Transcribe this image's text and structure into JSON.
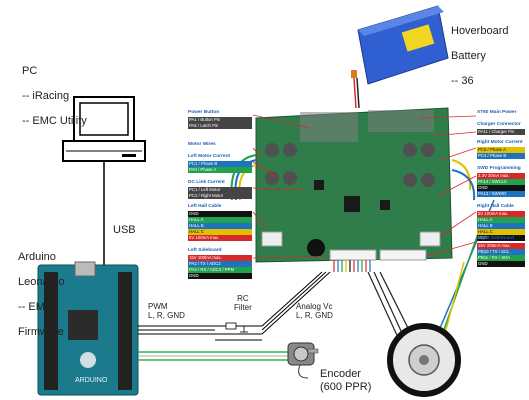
{
  "pc": {
    "title": "PC",
    "lines": [
      "-- iRacing",
      "-- EMC Utility"
    ]
  },
  "battery": {
    "title": "Hoverboard",
    "line2": "Battery",
    "line3": "-- 36"
  },
  "arduino": {
    "l1": "Arduino",
    "l2": "Leonardo",
    "l3": "-- EMC",
    "l4": "Firmware"
  },
  "usb_label": "USB",
  "pwm_label": "PWM\nL, R, GND",
  "rc_label": "RC\nFilter",
  "analog_label": "Analog Vc\nL, R, GND",
  "encoder_label": "Encoder\n(600 PPR)",
  "left_blocks": [
    {
      "title": "Power Button",
      "rows": [
        {
          "text": "PA1 / Button Pin",
          "color": "#444444"
        },
        {
          "text": "PA5 / Latch Pin",
          "color": "#444444"
        }
      ]
    },
    {
      "title": "Motor Wires",
      "rows": []
    },
    {
      "title": "Left Motor Current",
      "rows": [
        {
          "text": "PC1 / Phase B",
          "color": "#1e73be"
        },
        {
          "text": "PA0 / Phase A",
          "color": "#22a24a"
        }
      ]
    },
    {
      "title": "DC Link Current",
      "rows": [
        {
          "text": "PC1 / Left Motor",
          "color": "#444444"
        },
        {
          "text": "PC2 / Right Motor",
          "color": "#444444"
        }
      ]
    },
    {
      "title": "Left Hall Cable",
      "rows": [
        {
          "text": "GND",
          "color": "#111111"
        },
        {
          "text": "HALL A",
          "color": "#22a24a"
        },
        {
          "text": "HALL B",
          "color": "#1e73be"
        },
        {
          "text": "HALL C",
          "color": "#e0c000"
        },
        {
          "text": "5V 100mA max.",
          "color": "#d42a2a"
        }
      ]
    },
    {
      "title": "Left Sideboard",
      "rows": [
        {
          "text": "15V 100mA max.",
          "color": "#d42a2a"
        },
        {
          "text": "PA2 / TX / ADC2",
          "color": "#1e73be"
        },
        {
          "text": "PA3 / RX / ADC3 / PPM",
          "color": "#22a24a"
        },
        {
          "text": "GND",
          "color": "#111111"
        }
      ]
    }
  ],
  "right_blocks": [
    {
      "title": "XT60 Main Power",
      "rows": []
    },
    {
      "title": "Charger Connector",
      "rows": [
        {
          "text": "PA11 / Charger Pin",
          "color": "#444444"
        }
      ]
    },
    {
      "title": "Right Motor Current",
      "rows": [
        {
          "text": "PC5 / Phase A",
          "color": "#e0c000"
        },
        {
          "text": "PC4 / Phase B",
          "color": "#1e73be"
        }
      ]
    },
    {
      "title": "SWD Programming",
      "rows": [
        {
          "text": "3.3V 30mA max.",
          "color": "#d42a2a"
        },
        {
          "text": "PA14 / SWCLK",
          "color": "#22a24a"
        },
        {
          "text": "GND",
          "color": "#111111"
        },
        {
          "text": "PA13 / SWDIO",
          "color": "#1e73be"
        }
      ]
    },
    {
      "title": "Right Hall Cable",
      "rows": [
        {
          "text": "5V 100mA max.",
          "color": "#d42a2a"
        },
        {
          "text": "HALL A",
          "color": "#22a24a"
        },
        {
          "text": "HALL B",
          "color": "#1e73be"
        },
        {
          "text": "HALL C",
          "color": "#e0c000"
        },
        {
          "text": "GND",
          "color": "#111111"
        }
      ]
    },
    {
      "title": "Right Sideboard",
      "rows": [
        {
          "text": "15V 200mA max.",
          "color": "#d42a2a"
        },
        {
          "text": "PB10 / TX / SCL",
          "color": "#1e73be"
        },
        {
          "text": "PB11 / RX / SDA",
          "color": "#22a24a"
        },
        {
          "text": "GND",
          "color": "#111111"
        }
      ]
    }
  ]
}
